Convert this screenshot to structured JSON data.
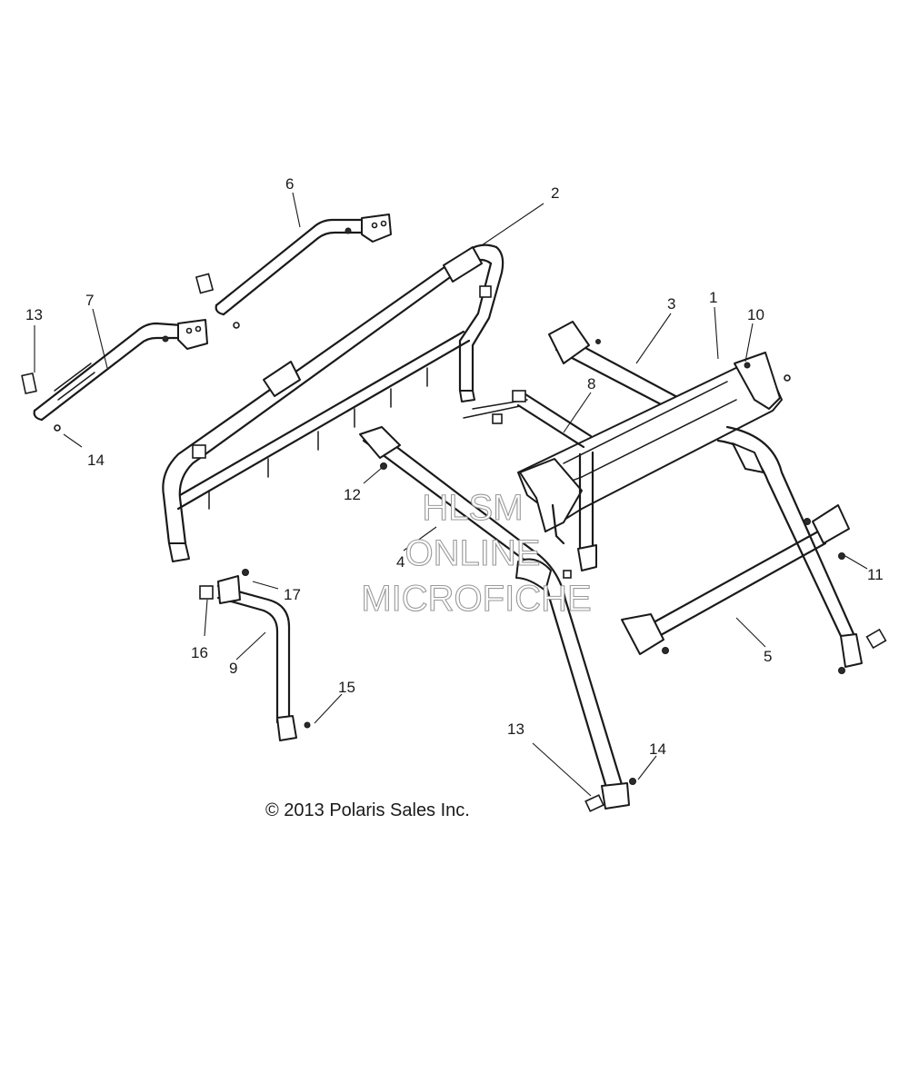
{
  "callouts": {
    "c1": "1",
    "c2": "2",
    "c3": "3",
    "c4": "4",
    "c5": "5",
    "c6": "6",
    "c7": "7",
    "c8": "8",
    "c9": "9",
    "c10": "10",
    "c11": "11",
    "c12": "12",
    "c13a": "13",
    "c13b": "13",
    "c14a": "14",
    "c14b": "14",
    "c15": "15",
    "c16": "16",
    "c17": "17"
  },
  "copyright": "© 2013 Polaris Sales Inc.",
  "watermark": {
    "line1": "HLSM",
    "line2": "ONLINE",
    "line3": "MICROFICHE"
  }
}
